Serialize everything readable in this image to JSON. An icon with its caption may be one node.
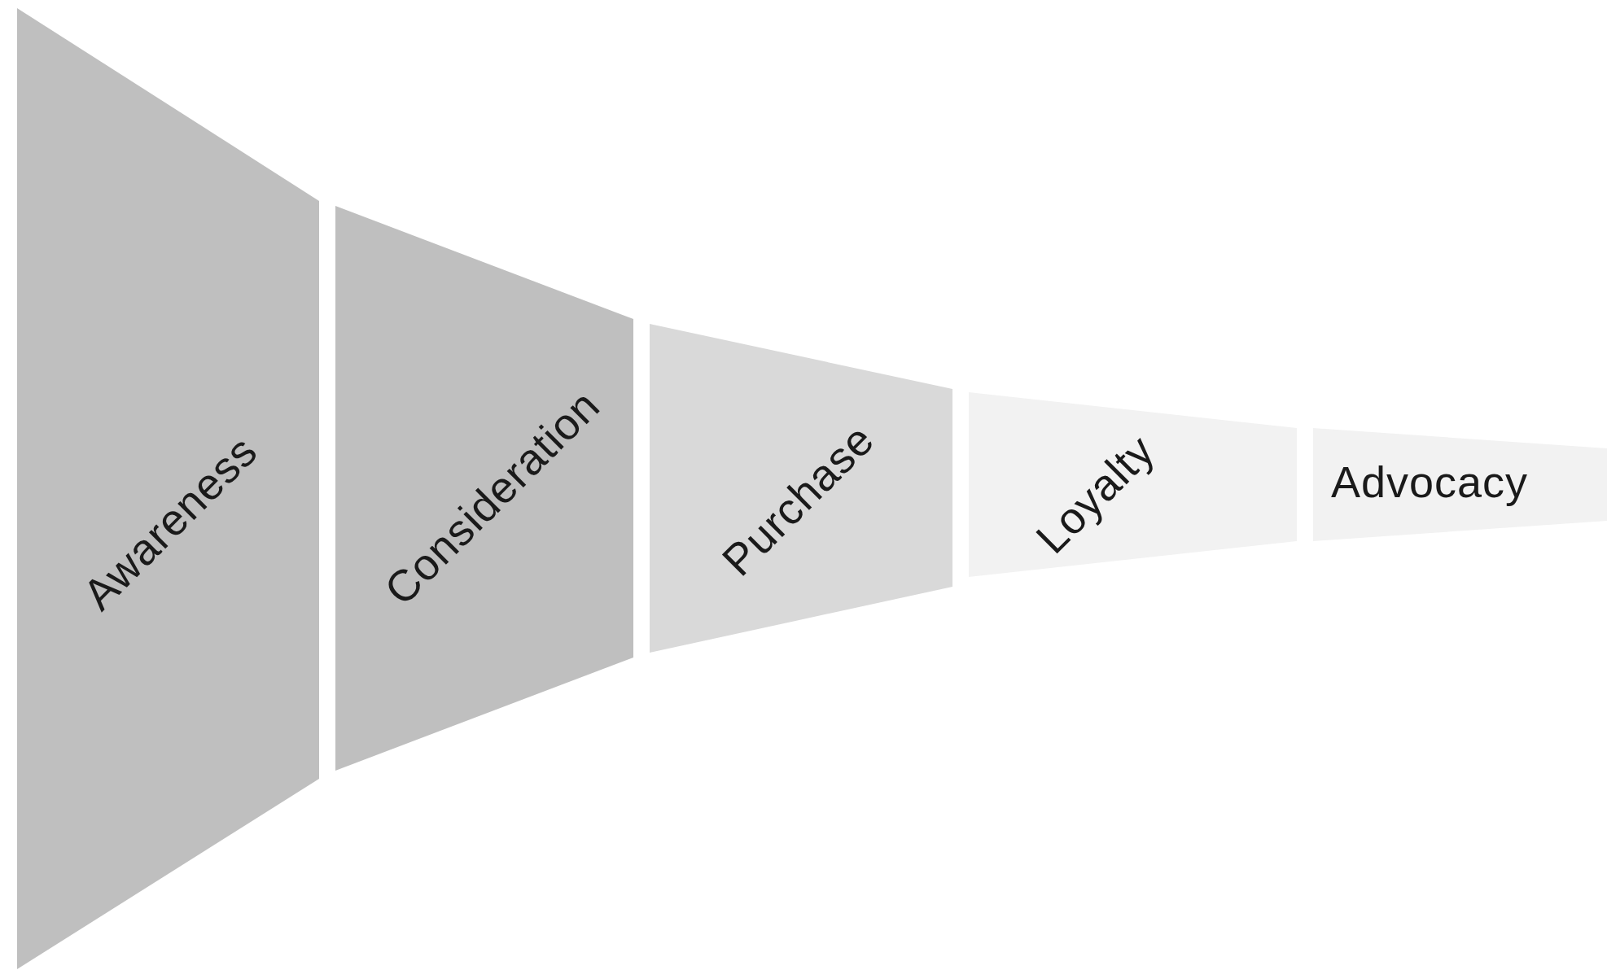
{
  "diagram": {
    "nodes": [
      {
        "text": [
          "Awareness"
        ]
      },
      {
        "text": [
          "Consideration"
        ]
      },
      {
        "text": [
          "Purchase"
        ]
      },
      {
        "text": [
          "Loyalty"
        ]
      },
      {
        "text": [
          "Advocacy"
        ]
      }
    ]
  }
}
